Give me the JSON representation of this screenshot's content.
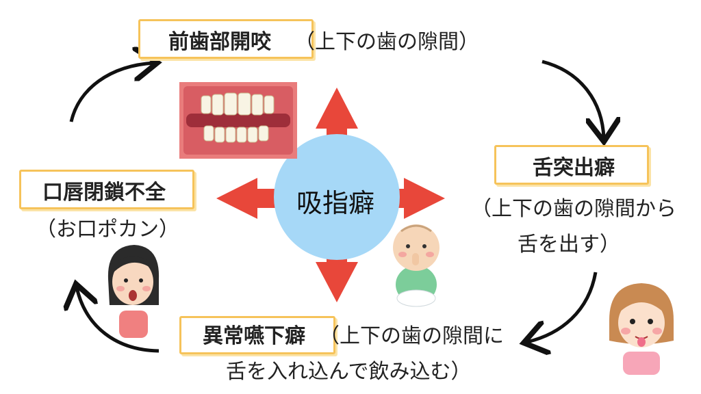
{
  "center": {
    "label": "吸指癖"
  },
  "top": {
    "title": "前歯部開咬",
    "note": "（上下の歯の隙間）"
  },
  "right": {
    "title": "舌突出癖",
    "note_line1": "（上下の歯の隙間から",
    "note_line2": "舌を出す）"
  },
  "bottom": {
    "title": "異常嚥下癖",
    "note_line1": "（上下の歯の隙間に",
    "note_line2": "舌を入れ込んで飲み込む）"
  },
  "left": {
    "title": "口唇閉鎖不全",
    "note": "（お口ポカン）"
  },
  "colors": {
    "accent_border": "#f6c35a",
    "bubble": "#a6d8f7",
    "arrow_red": "#e8473a",
    "cycle_arrow": "#111111"
  }
}
